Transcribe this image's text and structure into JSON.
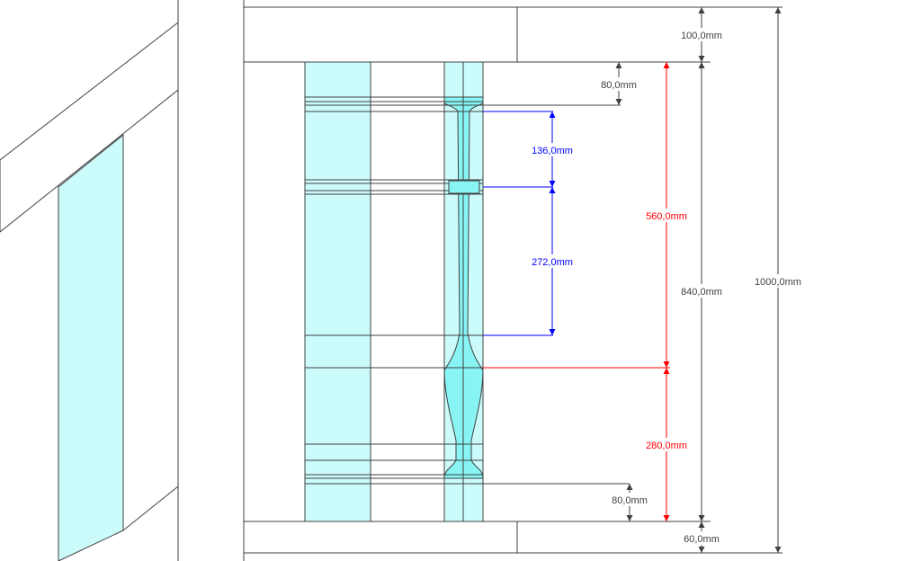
{
  "colors": {
    "line": "#404040",
    "fill_cyan": "#ccfbfb",
    "fill_cyan_strong": "#88f4f4",
    "dim_black": "#404040",
    "dim_red": "#ff0000",
    "dim_blue": "#0000ff",
    "background": "#ffffff"
  },
  "dimensions": {
    "top_beam": "100,0mm",
    "top_gap": "80,0mm",
    "spacing_upper": "136,0mm",
    "spacing_lower": "272,0mm",
    "upper_part": "560,0mm",
    "lower_part": "280,0mm",
    "bottom_gap": "80,0mm",
    "inner_height": "840,0mm",
    "bottom_beam": "60,0mm",
    "total_height": "1000,0mm"
  }
}
